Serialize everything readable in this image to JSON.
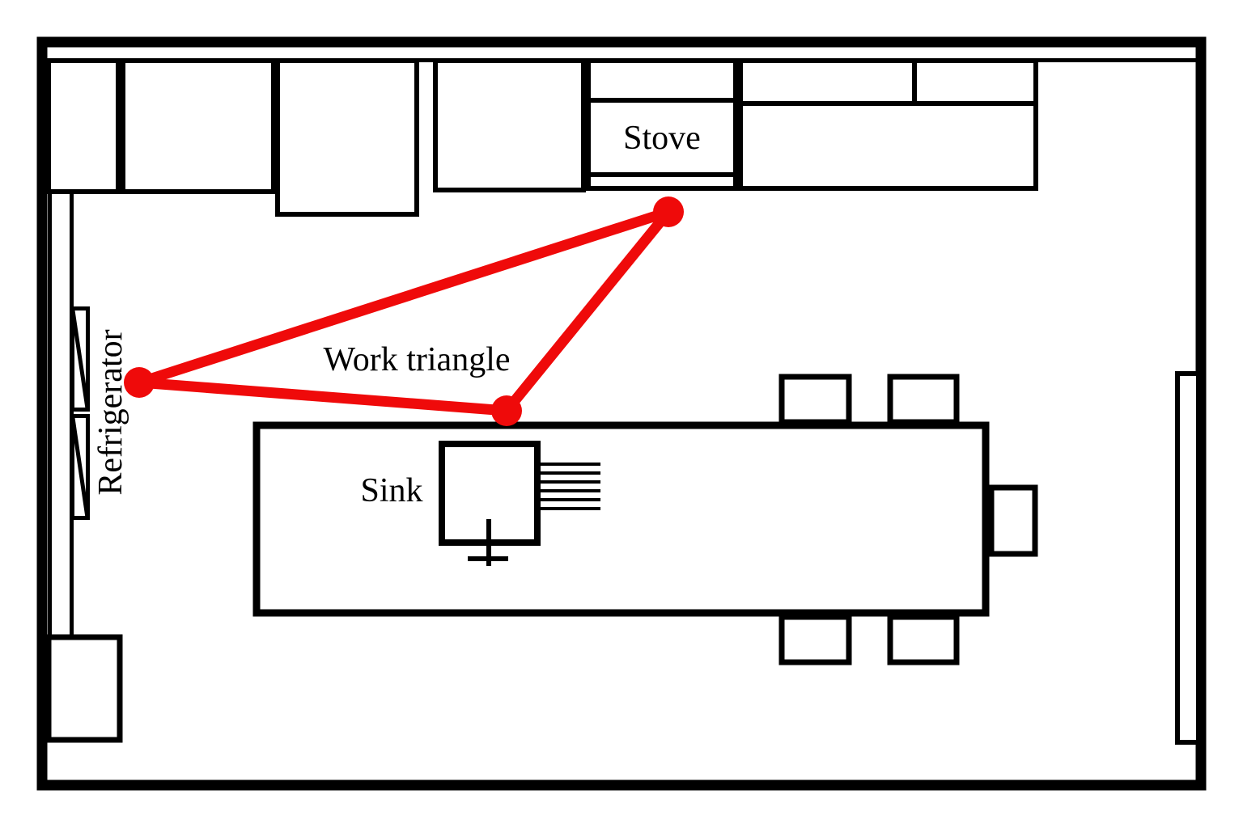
{
  "diagram": {
    "type": "kitchen-floor-plan",
    "labels": {
      "stove": "Stove",
      "sink": "Sink",
      "refrigerator": "Refrigerator",
      "work_triangle": "Work triangle"
    },
    "colors": {
      "triangle": "#ef0a0a",
      "lines": "#000000",
      "background": "#ffffff"
    },
    "work_triangle": {
      "vertices": {
        "refrigerator": [
          172,
          473
        ],
        "stove": [
          826,
          262
        ],
        "sink": [
          626,
          508
        ]
      },
      "dot_radius": 19,
      "line_width": 13
    }
  }
}
